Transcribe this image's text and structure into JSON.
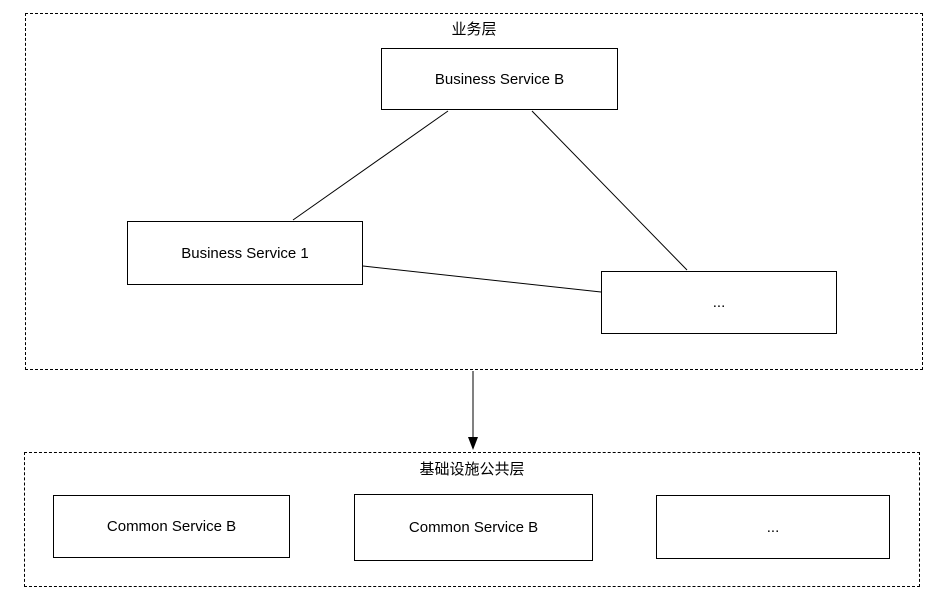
{
  "diagram": {
    "colors": {
      "border": "#000000",
      "background": "#ffffff",
      "edge": "#000000"
    },
    "layers": [
      {
        "id": "business-layer",
        "title": "业务层",
        "nodes": [
          {
            "id": "business-service-b",
            "label": "Business Service B"
          },
          {
            "id": "business-service-1",
            "label": "Business Service 1"
          },
          {
            "id": "business-ellipsis",
            "label": "..."
          }
        ]
      },
      {
        "id": "infrastructure-common-layer",
        "title": "基础设施公共层",
        "nodes": [
          {
            "id": "common-service-b-1",
            "label": "Common Service B"
          },
          {
            "id": "common-service-b-2",
            "label": "Common Service B"
          },
          {
            "id": "infra-ellipsis",
            "label": "..."
          }
        ]
      }
    ],
    "edges": [
      {
        "from": "business-service-b",
        "to": "business-service-1",
        "type": "line"
      },
      {
        "from": "business-service-b",
        "to": "business-ellipsis",
        "type": "line"
      },
      {
        "from": "business-service-1",
        "to": "business-ellipsis",
        "type": "line"
      },
      {
        "from": "business-layer",
        "to": "infrastructure-common-layer",
        "type": "arrow"
      }
    ]
  }
}
